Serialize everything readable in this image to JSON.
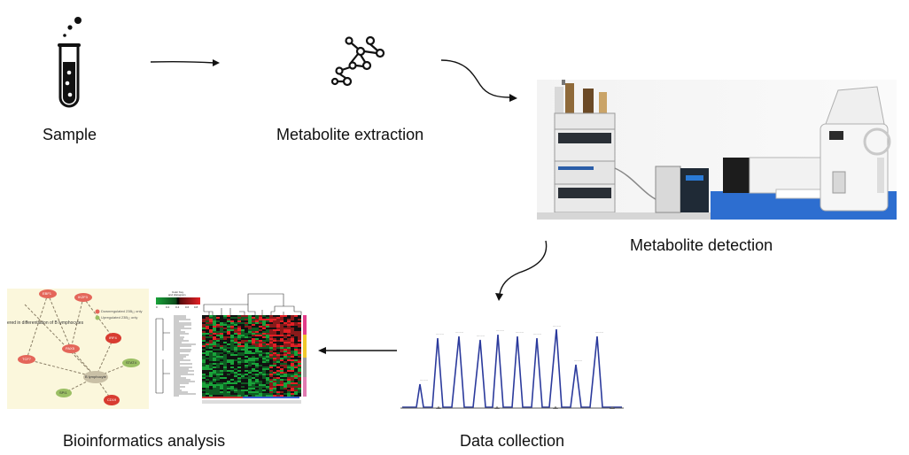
{
  "steps": {
    "sample": "Sample",
    "extraction": "Metabolite extraction",
    "detection": "Metabolite detection",
    "collection": "Data collection",
    "bioinformatics": "Bioinformatics analysis"
  },
  "icons": {
    "sample": "test-tube-icon",
    "extraction": "molecule-icon"
  },
  "network": {
    "title": "ered in differentiation of B lymphocytes",
    "legend": [
      "Downregulated 23B₁₂ only",
      "Upregulated 23B₁₂ only"
    ],
    "nodes": [
      "EBF1",
      "IKZF3",
      "PAX5",
      "TCF7",
      "IRF4",
      "STAT4",
      "SPI1",
      "B lymphocyte",
      "CD19"
    ]
  },
  "heatmap": {
    "color_key_title": "Color Key",
    "color_key_subtitle": "and Histogram",
    "color_key_ticks": [
      "0",
      "0.2",
      "0.4",
      "0.6",
      "0.8"
    ]
  },
  "colors": {
    "text": "#111111",
    "arrow": "#111111",
    "chromatogram": "#2b3a9c",
    "heat_red": "#d3262b",
    "heat_green": "#2e9c3a",
    "node_red": "#e4665a",
    "node_green": "#9bbf64",
    "network_bg": "#fbf7dc"
  }
}
